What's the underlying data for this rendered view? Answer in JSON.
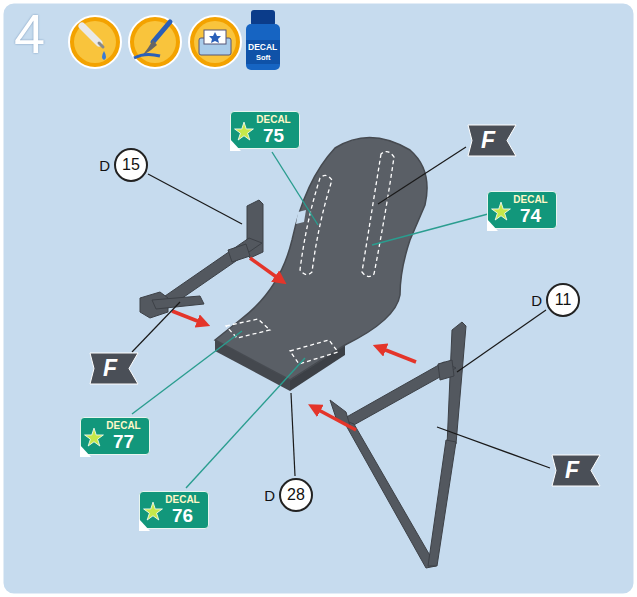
{
  "diagram": {
    "title": "4",
    "nodes": [
      {
        "text": [
          "D",
          "15"
        ]
      },
      {
        "text": [
          "DECAL",
          "75"
        ]
      },
      {
        "text": [
          "F"
        ]
      },
      {
        "text": [
          "DECAL",
          "74"
        ]
      },
      {
        "text": [
          "D",
          "11"
        ]
      },
      {
        "text": [
          "F"
        ]
      },
      {
        "text": [
          "DECAL",
          "77"
        ]
      },
      {
        "text": [
          "DECAL",
          "76"
        ]
      },
      {
        "text": [
          "D",
          "28"
        ]
      },
      {
        "text": [
          "F"
        ]
      }
    ],
    "labels": [
      "DECAL",
      "Soft"
    ]
  }
}
